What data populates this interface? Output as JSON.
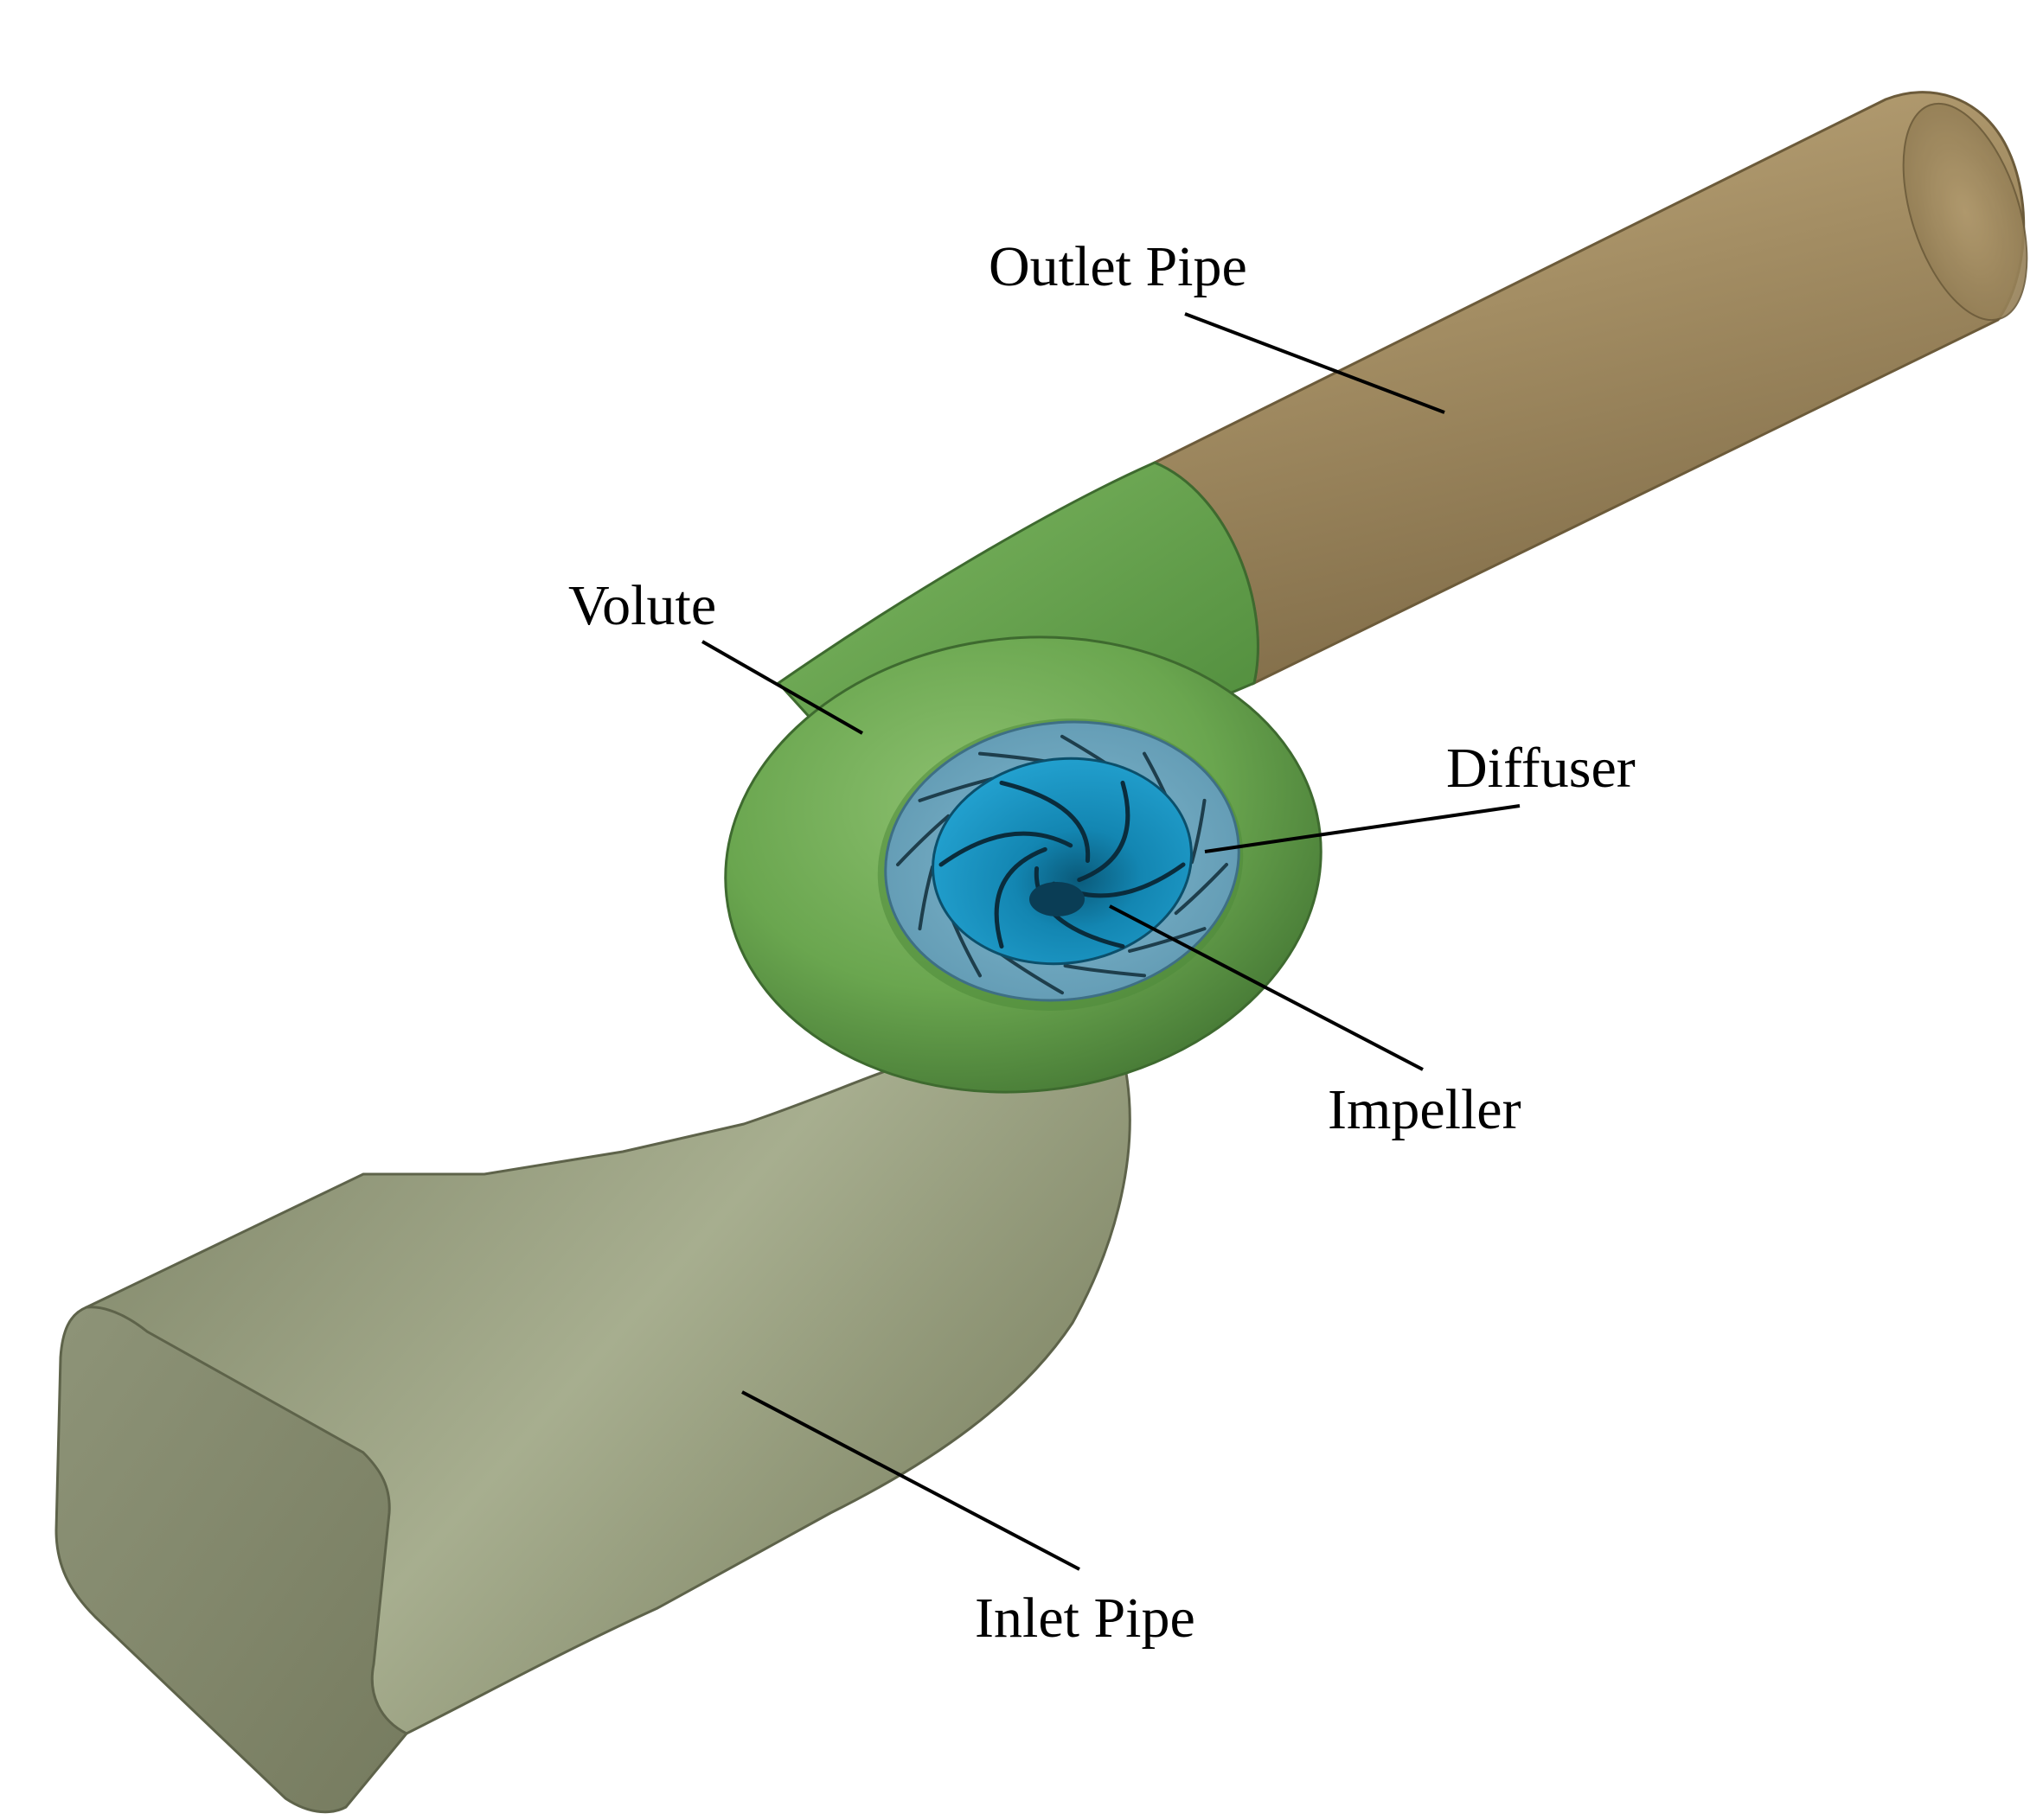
{
  "diagram": {
    "labels": {
      "outlet_pipe": "Outlet Pipe",
      "volute": "Volute",
      "diffuser": "Diffuser",
      "impeller": "Impeller",
      "inlet_pipe": "Inlet Pipe"
    },
    "colors": {
      "outlet_pipe": "#a38d63",
      "volute": "#6aa64f",
      "diffuser": "#6fa9c2",
      "impeller": "#1b97c5",
      "inlet_pipe": "#9aa183",
      "leader_lines": "#000000",
      "background": "#ffffff"
    }
  }
}
